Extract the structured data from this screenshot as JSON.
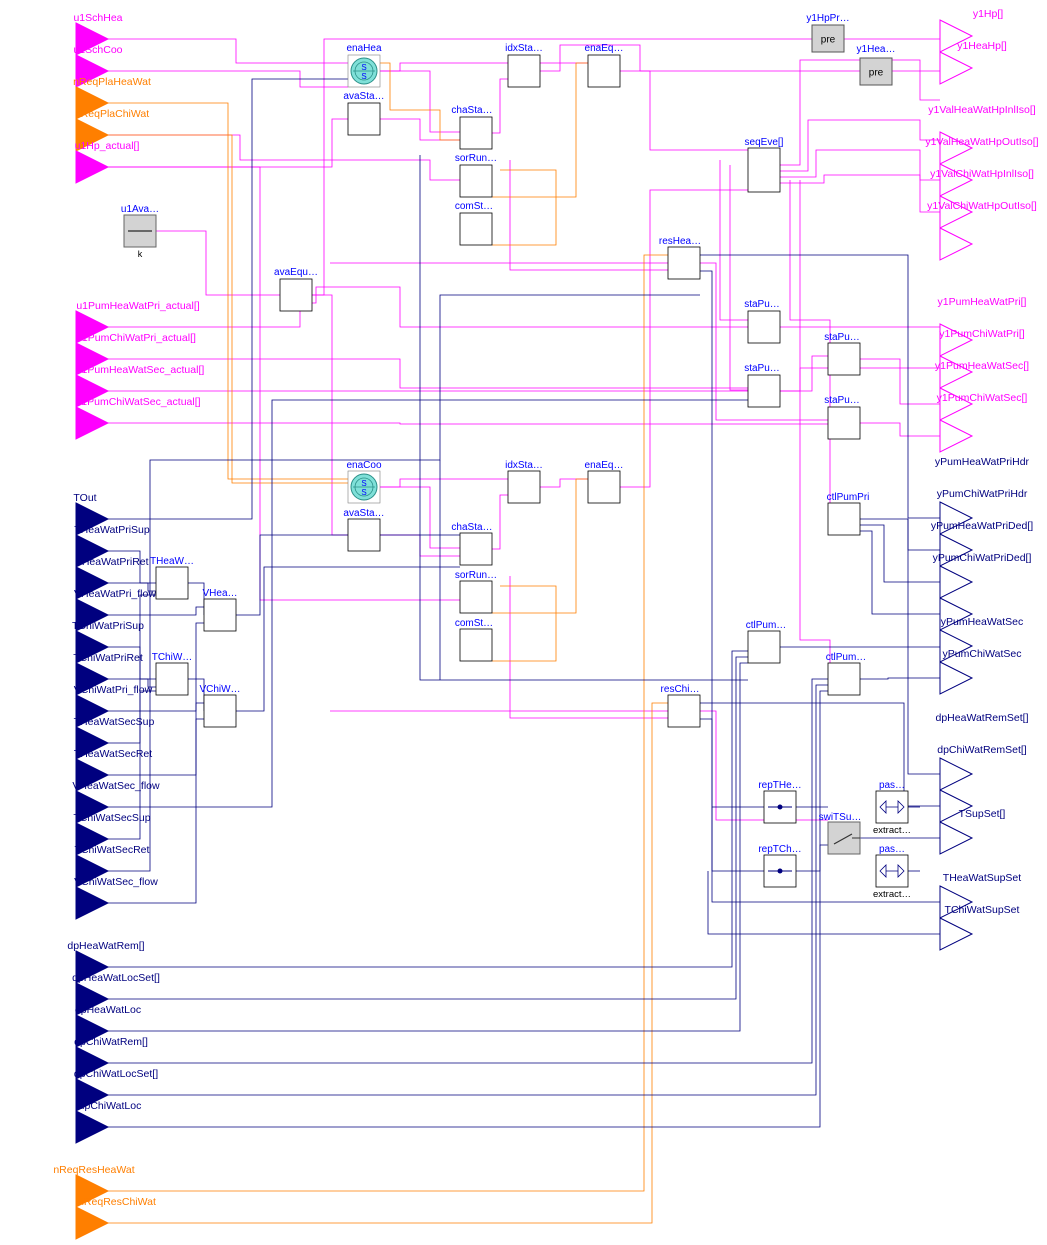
{
  "colors": {
    "boolean": "#ff00ff",
    "integer": "#ff7f00",
    "real": "#00007f",
    "block_text": "#0000ff",
    "block_border": "#000000",
    "block_fill": "#ffffff",
    "gray_fill": "#d3d3d3",
    "state_fill": "#7fe0d8"
  },
  "inputs_left": [
    {
      "label": "u1SchHea",
      "type": "boolean"
    },
    {
      "label": "u1SchCoo",
      "type": "boolean"
    },
    {
      "label": "nReqPlaHeaWat",
      "type": "integer"
    },
    {
      "label": "nReqPlaChiWat",
      "type": "integer"
    },
    {
      "label": "u1Hp_actual[]",
      "type": "boolean"
    },
    {
      "label": "u1PumHeaWatPri_actual[]",
      "type": "boolean"
    },
    {
      "label": "u1PumChiWatPri_actual[]",
      "type": "boolean"
    },
    {
      "label": "u1PumHeaWatSec_actual[]",
      "type": "boolean"
    },
    {
      "label": "u1PumChiWatSec_actual[]",
      "type": "boolean"
    },
    {
      "label": "TOut",
      "type": "real"
    },
    {
      "label": "THeaWatPriSup",
      "type": "real"
    },
    {
      "label": "THeaWatPriRet",
      "type": "real"
    },
    {
      "label": "VHeaWatPri_flow",
      "type": "real"
    },
    {
      "label": "TChiWatPriSup",
      "type": "real"
    },
    {
      "label": "TChiWatPriRet",
      "type": "real"
    },
    {
      "label": "VChiWatPri_flow",
      "type": "real"
    },
    {
      "label": "THeaWatSecSup",
      "type": "real"
    },
    {
      "label": "THeaWatSecRet",
      "type": "real"
    },
    {
      "label": "VHeaWatSec_flow",
      "type": "real"
    },
    {
      "label": "TChiWatSecSup",
      "type": "real"
    },
    {
      "label": "TChiWatSecRet",
      "type": "real"
    },
    {
      "label": "VChiWatSec_flow",
      "type": "real"
    },
    {
      "label": "dpHeaWatRem[]",
      "type": "real"
    },
    {
      "label": "dpHeaWatLocSet[]",
      "type": "real"
    },
    {
      "label": "dpHeaWatLoc",
      "type": "real"
    },
    {
      "label": "dpChiWatRem[]",
      "type": "real"
    },
    {
      "label": "dpChiWatLocSet[]",
      "type": "real"
    },
    {
      "label": "dpChiWatLoc",
      "type": "real"
    },
    {
      "label": "nReqResHeaWat",
      "type": "integer"
    },
    {
      "label": "nReqResChiWat",
      "type": "integer"
    }
  ],
  "outputs_right": [
    {
      "label": "y1Hp[]",
      "type": "boolean"
    },
    {
      "label": "y1HeaHp[]",
      "type": "boolean"
    },
    {
      "label": "y1ValHeaWatHpInlIso[]",
      "type": "boolean"
    },
    {
      "label": "y1ValHeaWatHpOutIso[]",
      "type": "boolean"
    },
    {
      "label": "y1ValChiWatHpInlIso[]",
      "type": "boolean"
    },
    {
      "label": "y1ValChiWatHpOutIso[]",
      "type": "boolean"
    },
    {
      "label": "y1PumHeaWatPri[]",
      "type": "boolean"
    },
    {
      "label": "y1PumChiWatPri[]",
      "type": "boolean"
    },
    {
      "label": "y1PumHeaWatSec[]",
      "type": "boolean"
    },
    {
      "label": "y1PumChiWatSec[]",
      "type": "boolean"
    },
    {
      "label": "yPumHeaWatPriHdr",
      "type": "real"
    },
    {
      "label": "yPumChiWatPriHdr",
      "type": "real"
    },
    {
      "label": "yPumHeaWatPriDed[]",
      "type": "real"
    },
    {
      "label": "yPumChiWatPriDed[]",
      "type": "real"
    },
    {
      "label": "yPumHeaWatSec",
      "type": "real"
    },
    {
      "label": "yPumChiWatSec",
      "type": "real"
    },
    {
      "label": "dpHeaWatRemSet[]",
      "type": "real"
    },
    {
      "label": "dpChiWatRemSet[]",
      "type": "real"
    },
    {
      "label": "TSupSet[]",
      "type": "real"
    },
    {
      "label": "THeaWatSupSet",
      "type": "real"
    },
    {
      "label": "TChiWatSupSet",
      "type": "real"
    }
  ],
  "blocks": [
    {
      "name": "enaHea",
      "kind": "state"
    },
    {
      "name": "avaSta…",
      "kind": "box"
    },
    {
      "name": "idxSta…",
      "kind": "box"
    },
    {
      "name": "enaEq…",
      "kind": "box"
    },
    {
      "name": "chaSta…",
      "kind": "box"
    },
    {
      "name": "sorRun…",
      "kind": "box"
    },
    {
      "name": "comSt…",
      "kind": "box"
    },
    {
      "name": "u1Ava…",
      "kind": "const",
      "sublabel": "k"
    },
    {
      "name": "avaEqu…",
      "kind": "box"
    },
    {
      "name": "y1HpPr…",
      "kind": "pre",
      "inner": "pre"
    },
    {
      "name": "y1Hea…",
      "kind": "pre",
      "inner": "pre"
    },
    {
      "name": "seqEve[]",
      "kind": "box"
    },
    {
      "name": "resHea…",
      "kind": "box"
    },
    {
      "name": "staPu…",
      "kind": "box"
    },
    {
      "name": "staPu…",
      "kind": "box"
    },
    {
      "name": "staPu…",
      "kind": "box"
    },
    {
      "name": "staPu…",
      "kind": "box"
    },
    {
      "name": "enaCoo",
      "kind": "state"
    },
    {
      "name": "avaSta…",
      "kind": "box"
    },
    {
      "name": "idxSta…",
      "kind": "box"
    },
    {
      "name": "enaEq…",
      "kind": "box"
    },
    {
      "name": "chaSta…",
      "kind": "box"
    },
    {
      "name": "sorRun…",
      "kind": "box"
    },
    {
      "name": "comSt…",
      "kind": "box"
    },
    {
      "name": "THeaW…",
      "kind": "box"
    },
    {
      "name": "VHea…",
      "kind": "box"
    },
    {
      "name": "TChiW…",
      "kind": "box"
    },
    {
      "name": "VChiW…",
      "kind": "box"
    },
    {
      "name": "ctlPumPri",
      "kind": "box"
    },
    {
      "name": "ctlPum…",
      "kind": "box"
    },
    {
      "name": "ctlPum…",
      "kind": "box"
    },
    {
      "name": "resChi…",
      "kind": "box"
    },
    {
      "name": "repTHe…",
      "kind": "rep"
    },
    {
      "name": "repTCh…",
      "kind": "rep"
    },
    {
      "name": "swiTSu…",
      "kind": "switch"
    },
    {
      "name": "pas…",
      "kind": "extract",
      "sublabel": "extract…"
    },
    {
      "name": "pas…",
      "kind": "extract",
      "sublabel": "extract…"
    }
  ]
}
